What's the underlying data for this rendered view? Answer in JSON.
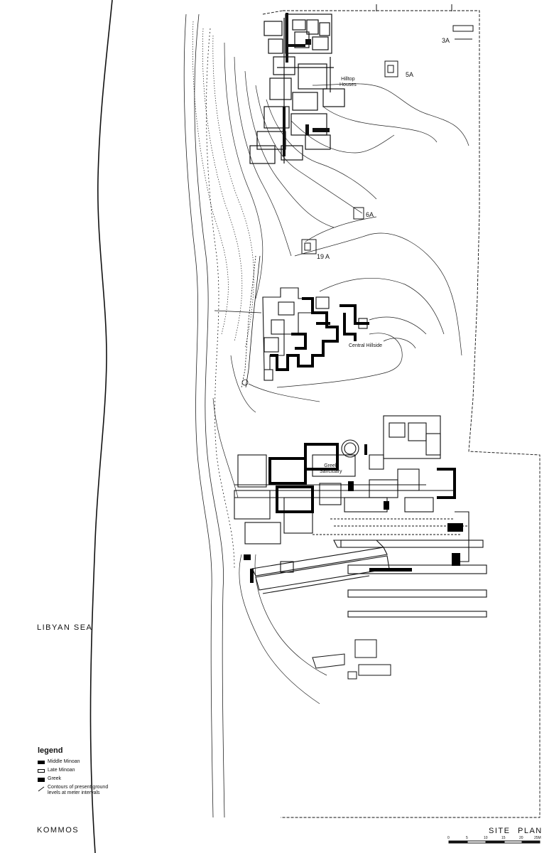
{
  "map": {
    "title_left": "KOMMOS",
    "title_right": "SITE  PLAN",
    "sea_label": "LIBYAN SEA"
  },
  "areas": {
    "hilltop": "Hilltop\nHouses",
    "central": "Central Hillside",
    "sanctuary": "Greek\nSanctuary"
  },
  "site_labels": {
    "a3": "3A",
    "a5": "5A",
    "a6": "6A",
    "a19": "19 A"
  },
  "legend": {
    "heading": "legend",
    "items": [
      {
        "label": "Middle Minoan",
        "style": "solid"
      },
      {
        "label": "Late Minoan",
        "style": "outline"
      },
      {
        "label": "Greek",
        "style": "heavy"
      },
      {
        "label": "Contours of present ground\nlevels at meter intervals",
        "style": "contour"
      }
    ]
  },
  "scale_bar": {
    "ticks": [
      "0",
      "5",
      "10",
      "15",
      "20",
      "25M"
    ]
  },
  "colors": {
    "ink": "#111111",
    "paper": "#ffffff"
  }
}
